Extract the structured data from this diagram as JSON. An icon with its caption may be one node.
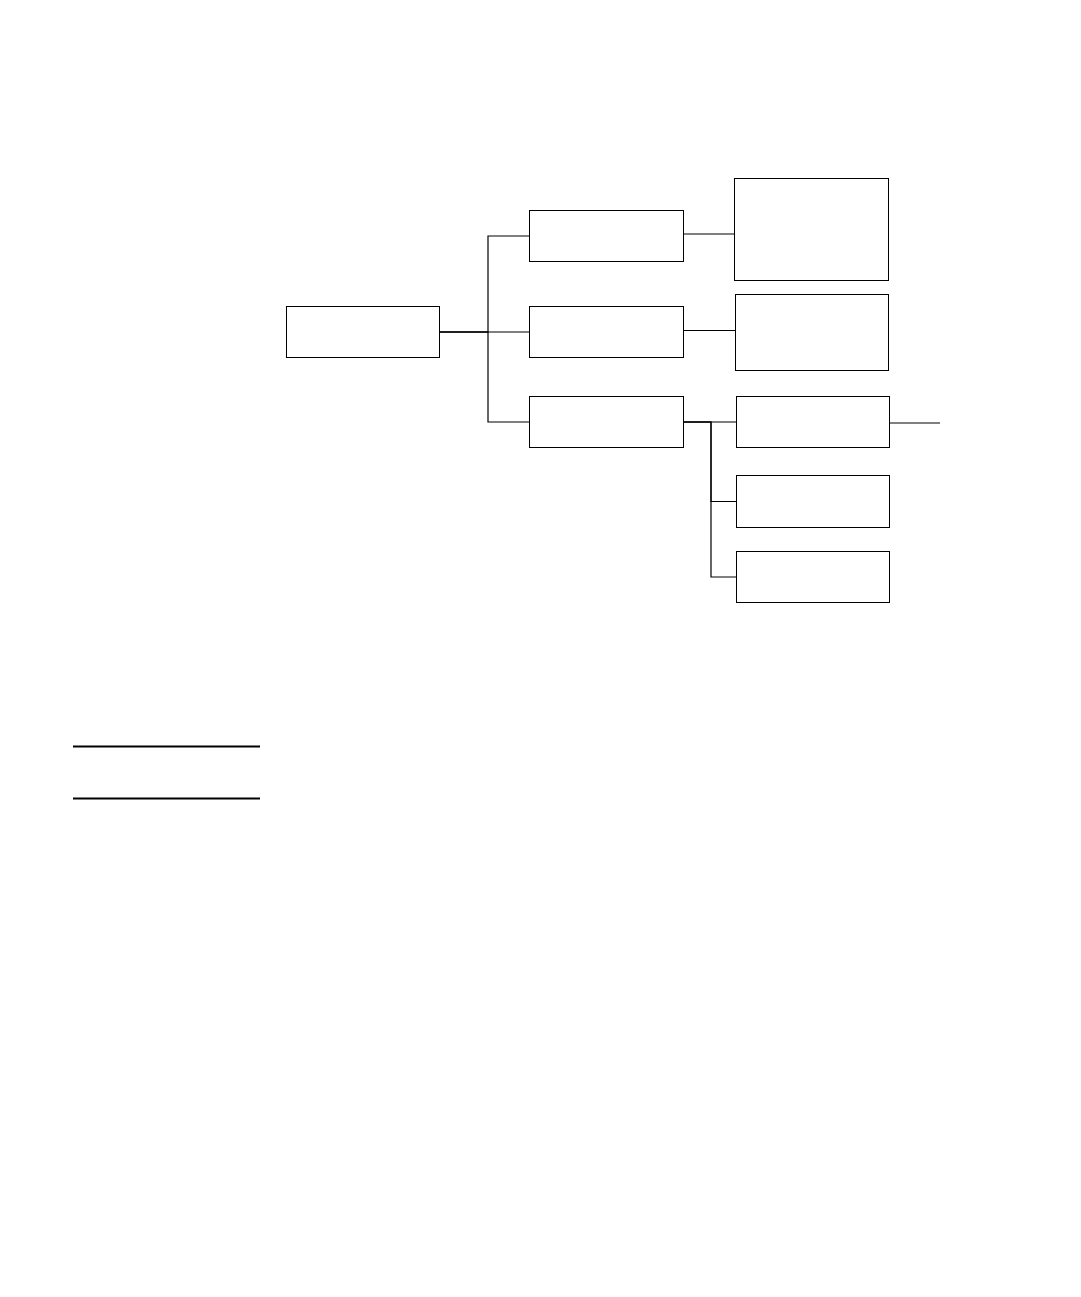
{
  "diagram": {
    "nodes": [
      {
        "text": [],
        "shape": "box"
      },
      {
        "text": [],
        "shape": "box"
      },
      {
        "text": [],
        "shape": "box"
      },
      {
        "text": [],
        "shape": "box"
      },
      {
        "text": [],
        "shape": "box"
      },
      {
        "text": [],
        "shape": "box"
      },
      {
        "text": [],
        "shape": "box"
      },
      {
        "text": [],
        "shape": "box"
      },
      {
        "text": [],
        "shape": "box"
      }
    ],
    "edges": [
      {
        "from": 0,
        "to": 1,
        "arrow": "none"
      },
      {
        "from": 0,
        "to": 2,
        "arrow": "none"
      },
      {
        "from": 0,
        "to": 3,
        "arrow": "none"
      },
      {
        "from": 1,
        "to": 4,
        "arrow": "none"
      },
      {
        "from": 2,
        "to": 5,
        "arrow": "none"
      },
      {
        "from": 3,
        "to": 6,
        "arrow": "none"
      },
      {
        "from": 3,
        "to": 7,
        "arrow": "none"
      },
      {
        "from": 3,
        "to": 8,
        "arrow": "none"
      },
      {
        "from": 6,
        "to": null,
        "arrow": "none"
      }
    ]
  }
}
